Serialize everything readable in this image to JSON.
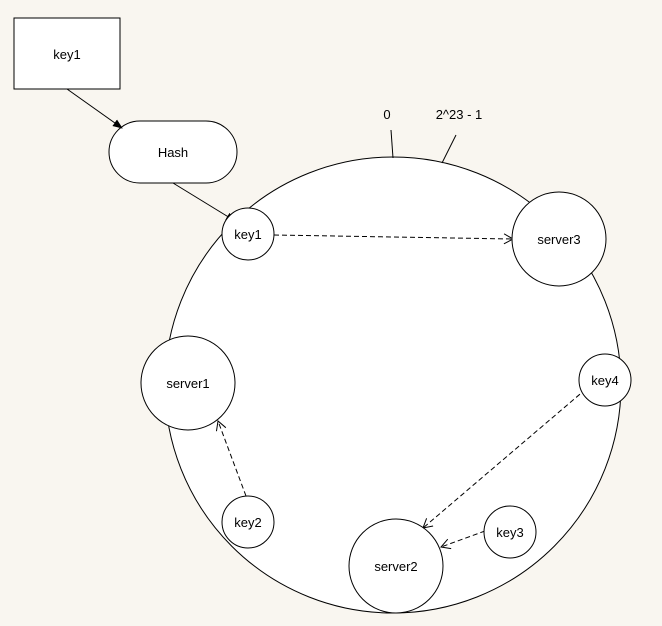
{
  "diagram": {
    "input_key_label": "key1",
    "hash_label": "Hash",
    "ring_start_label": "0",
    "ring_end_label": "2^23 - 1",
    "nodes": {
      "key1": "key1",
      "key2": "key2",
      "key3": "key3",
      "key4": "key4",
      "server1": "server1",
      "server2": "server2",
      "server3": "server3"
    }
  }
}
